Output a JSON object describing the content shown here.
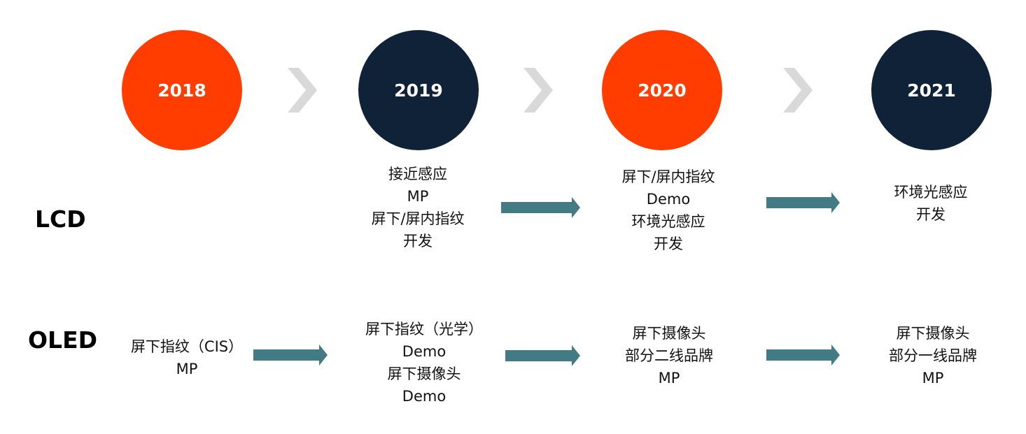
{
  "timeline": {
    "years": [
      {
        "label": "2018",
        "color": "#ff3d00"
      },
      {
        "label": "2019",
        "color": "#0f2238"
      },
      {
        "label": "2020",
        "color": "#ff3d00"
      },
      {
        "label": "2021",
        "color": "#0f2238"
      }
    ],
    "chevron_color": "#d9d9d9"
  },
  "rows": {
    "lcd": {
      "label": "LCD",
      "blocks": [
        {
          "lines": [
            "接近感应",
            "MP",
            "屏下/屏内指纹",
            "开发"
          ]
        },
        {
          "lines": [
            "屏下/屏内指纹",
            "Demo",
            "环境光感应",
            "开发"
          ]
        },
        {
          "lines": [
            "环境光感应",
            "开发"
          ]
        }
      ]
    },
    "oled": {
      "label": "OLED",
      "blocks": [
        {
          "lines": [
            "屏下指纹（CIS）",
            "MP"
          ]
        },
        {
          "lines": [
            "屏下指纹（光学）",
            "Demo",
            "屏下摄像头",
            "Demo"
          ]
        },
        {
          "lines": [
            "屏下摄像头",
            "部分二线品牌",
            "MP"
          ]
        },
        {
          "lines": [
            "屏下摄像头",
            "部分一线品牌",
            "MP"
          ]
        }
      ]
    }
  },
  "arrow_color": "#437b85"
}
